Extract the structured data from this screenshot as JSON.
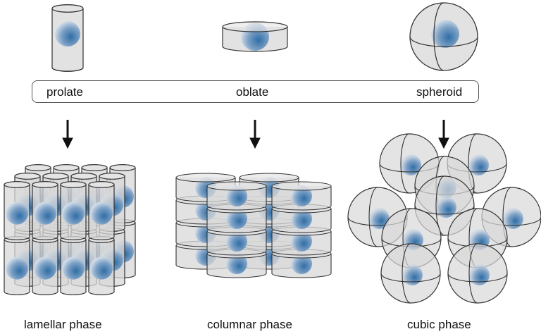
{
  "shapes": [
    {
      "label": "prolate"
    },
    {
      "label": "oblate"
    },
    {
      "label": "spheroid"
    }
  ],
  "phases": [
    {
      "label": "lamellar phase"
    },
    {
      "label": "columnar phase"
    },
    {
      "label": "cubic phase"
    }
  ],
  "colors": {
    "container_fill": "#d8d8d8",
    "outline": "#333333",
    "molecule_core": "#2f6ea6",
    "molecule_edge": "#c9d7e6"
  }
}
